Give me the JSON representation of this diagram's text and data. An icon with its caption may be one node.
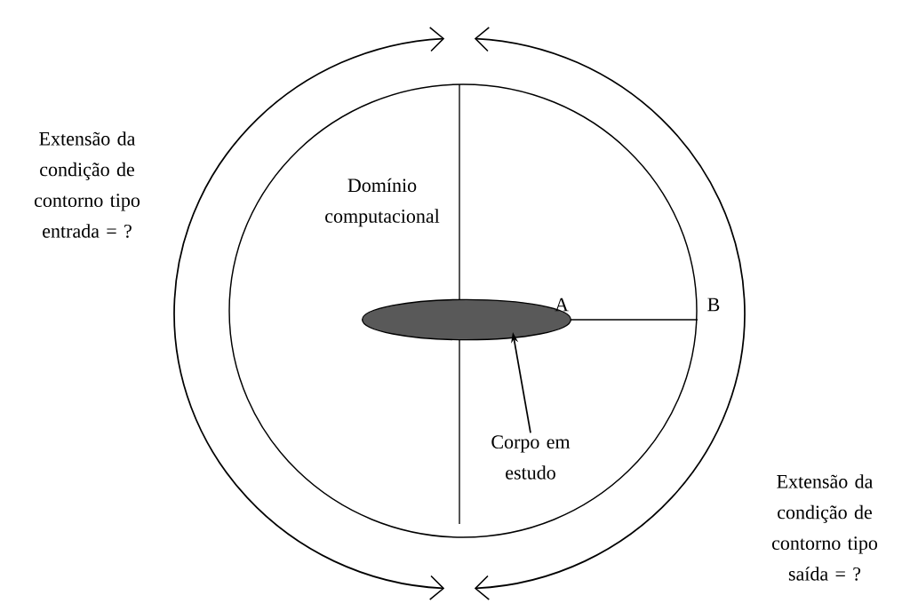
{
  "diagram": {
    "nodes": [
      {
        "text": [
          "Corpo em estudo"
        ]
      },
      {
        "text": [],
        "shape": "ellipse"
      }
    ],
    "edges": [
      {
        "from": 0,
        "to": 1,
        "arrow": "to"
      }
    ],
    "labels": [
      "Extensão da condição de contorno tipo entrada = ?",
      "Domínio computacional",
      "A",
      "B",
      "Extensão da condição de contorno tipo saída = ?"
    ]
  }
}
